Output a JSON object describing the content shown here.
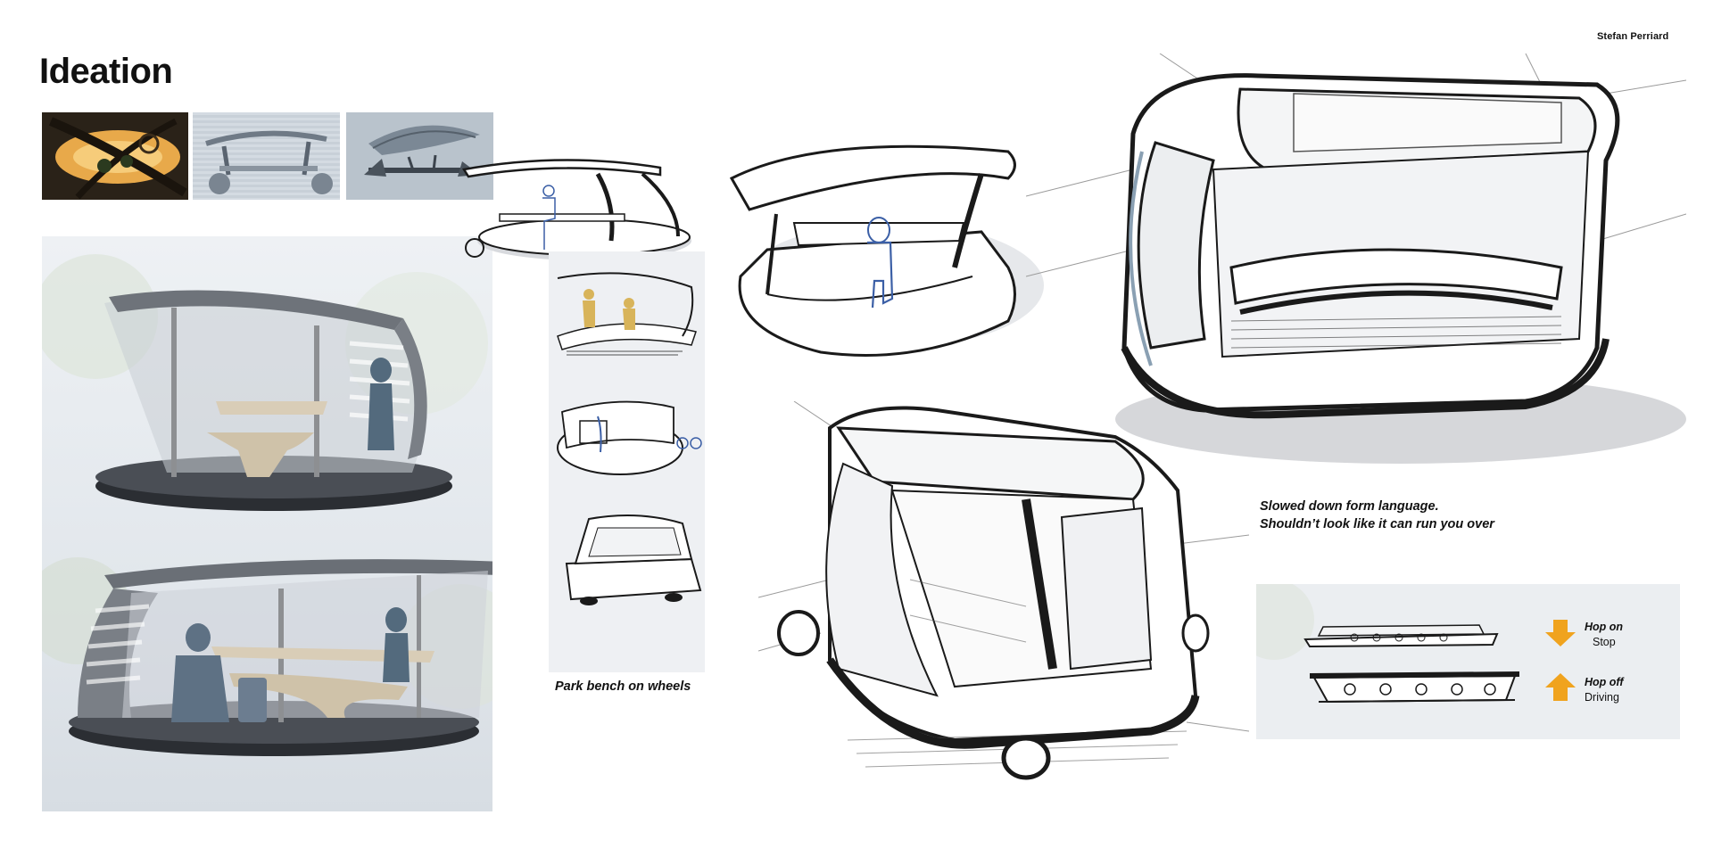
{
  "header": {
    "author": "Stefan Perriard",
    "title": "Ideation"
  },
  "captions": {
    "park_bench": "Park bench on wheels",
    "form_language_line1": "Slowed down form language.",
    "form_language_line2": "Shouldn’t look like it can run you over"
  },
  "legend": {
    "hop_on": {
      "title": "Hop on",
      "subtitle": "Stop"
    },
    "hop_off": {
      "title": "Hop off",
      "subtitle": "Driving"
    }
  },
  "colors": {
    "accent_orange": "#f0a31e",
    "sketch_ink": "#1a1a1a",
    "seat_blue": "#3b5fa6"
  }
}
